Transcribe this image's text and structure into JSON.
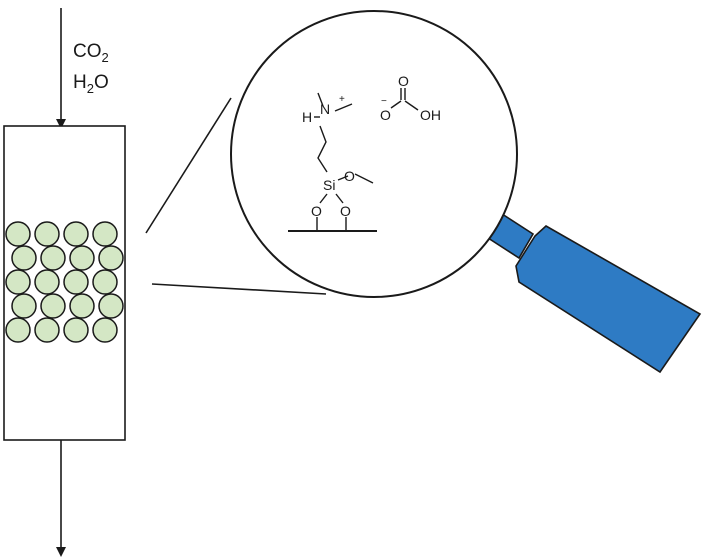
{
  "inlet": {
    "gas1": {
      "base": "CO",
      "sub": "2"
    },
    "gas2": {
      "pre": "H",
      "sub": "2",
      "post": "O"
    }
  },
  "molecule": {
    "ammonium": {
      "h": "H",
      "n": "N",
      "charge": "+"
    },
    "silane": {
      "si": "Si",
      "o1": "O",
      "o2": "O",
      "o3": "O"
    },
    "bicarbonate": {
      "o_top": "O",
      "o_minus": "O",
      "charge": "−",
      "oh": "OH"
    }
  },
  "colors": {
    "bead_fill": "#d4e7c5",
    "handle_fill": "#2e7bc4",
    "outline": "#1a1a1a"
  },
  "particles": {
    "rows": 5,
    "columns": 4
  }
}
